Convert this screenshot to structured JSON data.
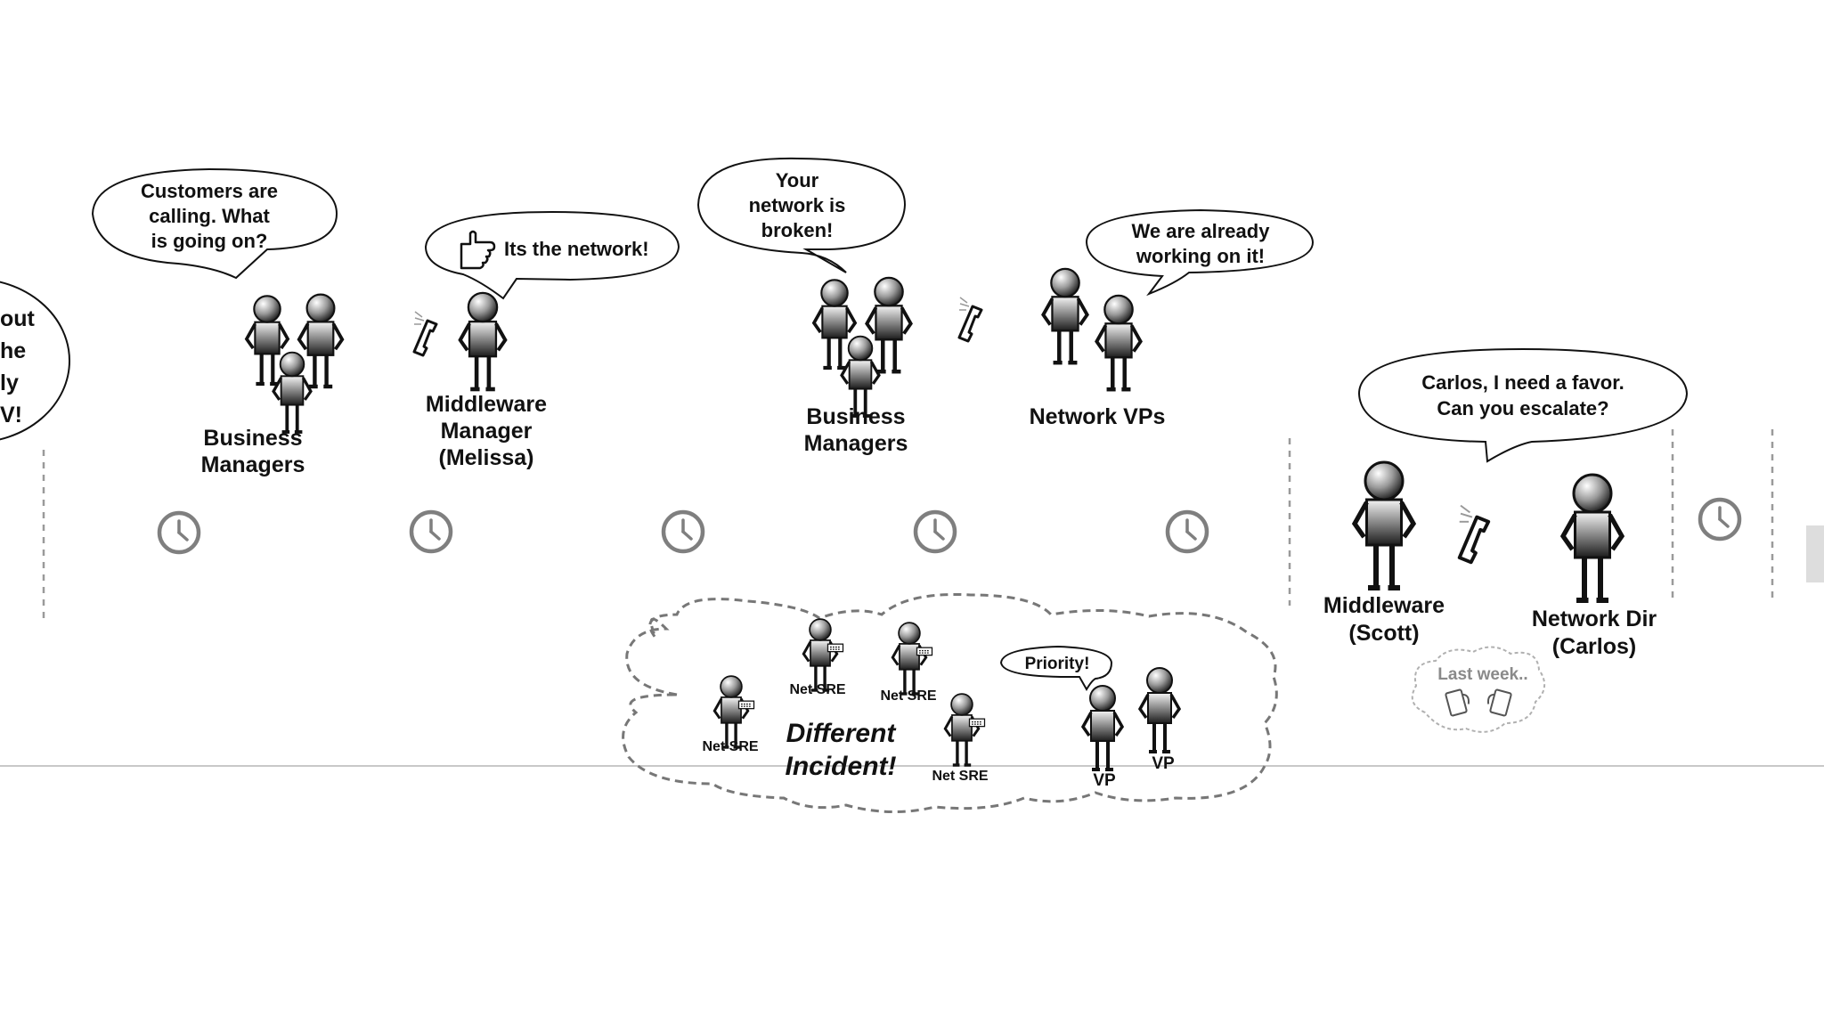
{
  "colors": {
    "ink": "#111111",
    "clock": "#7f7f7f",
    "dash": "#9a9a9a",
    "timeline": "#c8c8c8",
    "edge_tab": "#dddddd"
  },
  "left_cut_bubble": [
    "out",
    "he",
    "ly",
    "V!"
  ],
  "scenes": {
    "s1": {
      "bubble": [
        "Customers are",
        "calling. What",
        "is going on?"
      ],
      "label": [
        "Business",
        "Managers"
      ]
    },
    "s2": {
      "bubble": "Its the network!",
      "label": [
        "Middleware",
        "Manager",
        "(Melissa)"
      ]
    },
    "s3": {
      "bubble": [
        "Your",
        "network is",
        "broken!"
      ],
      "label": [
        "Business",
        "Managers"
      ]
    },
    "s4": {
      "bubble": [
        "We are already",
        "working on it!"
      ],
      "label": "Network VPs"
    },
    "s5": {
      "bubble": [
        "Carlos, I need a favor.",
        "Can you escalate?"
      ],
      "left_label": [
        "Middleware",
        "(Scott)"
      ],
      "right_label": [
        "Network Dir",
        "(Carlos)"
      ],
      "memory": "Last week.."
    }
  },
  "incident": {
    "title": [
      "Different",
      "Incident!"
    ],
    "sre_label": "Net SRE",
    "priority": "Priority!",
    "vp_label": "VP"
  },
  "icons": [
    "clock-icon",
    "phone-icon",
    "pointing-hand-icon",
    "keyboard-icon",
    "beer-mugs-icon",
    "stick-figure-icon"
  ]
}
